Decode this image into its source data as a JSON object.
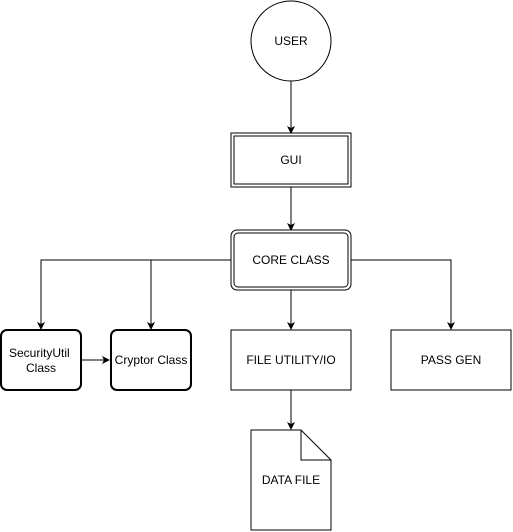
{
  "nodes": {
    "user": {
      "label": "USER"
    },
    "gui": {
      "label": "GUI"
    },
    "core": {
      "label": "CORE CLASS"
    },
    "security": {
      "label_line1": "SecurityUtil",
      "label_line2": "Class"
    },
    "cryptor": {
      "label": "Cryptor Class"
    },
    "file_utility": {
      "label": "FILE UTILITY/IO"
    },
    "pass_gen": {
      "label": "PASS GEN"
    },
    "data_file": {
      "label": "DATA FILE"
    }
  },
  "edges": [
    {
      "from": "USER",
      "to": "GUI"
    },
    {
      "from": "GUI",
      "to": "CORE CLASS"
    },
    {
      "from": "CORE CLASS",
      "to": "SecurityUtil Class"
    },
    {
      "from": "CORE CLASS",
      "to": "Cryptor Class"
    },
    {
      "from": "CORE CLASS",
      "to": "FILE UTILITY/IO"
    },
    {
      "from": "CORE CLASS",
      "to": "PASS GEN"
    },
    {
      "from": "SecurityUtil Class",
      "to": "Cryptor Class"
    },
    {
      "from": "FILE UTILITY/IO",
      "to": "DATA FILE"
    }
  ]
}
